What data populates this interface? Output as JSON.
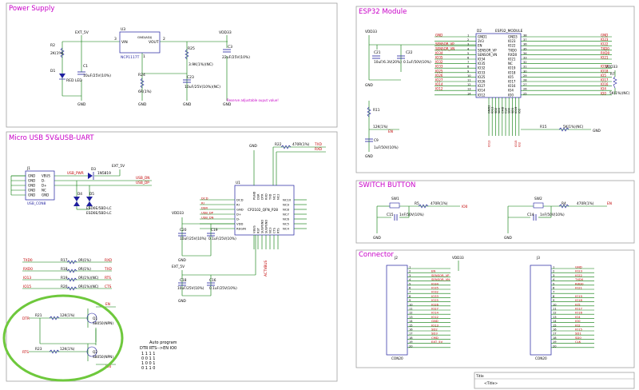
{
  "colors": {
    "frame": "#a0a0a0",
    "title": "#c800c8",
    "wire": "#007800",
    "comp": "#1f1f9f",
    "text": "#000000",
    "net": "#c00000",
    "circle": "#6ec83c",
    "junction": "#006400"
  },
  "titles": {
    "power": "Power Supply",
    "esp32": "ESP32 Module",
    "usb": "Micro USB  5V&USB-UART",
    "switch": "SWITCH BUTTON",
    "connector": "Connector"
  },
  "power": {
    "ext5v": "EXT_5V",
    "vdd33": "VDD33",
    "u3": "U3",
    "u3_part": "NCP1117T",
    "vin": "VIN",
    "gnd_adj": "GND(ADJ)",
    "vout": "VOUT",
    "pin3": "3",
    "pin2": "2",
    "pin1": "1",
    "r2": "R2",
    "r2_val": "2K(1%)",
    "d1": "D1",
    "d1_val": "RED LED",
    "c1": "C1",
    "c1_val": "10uF/25V(10%)",
    "r25": "R25",
    "r25_val": "3.9K(1%)(NC)",
    "r24": "R24",
    "r24_val": "6R(1%)",
    "c23": "C23",
    "c23_val": "10uF/25V(10%)(NC)",
    "c3": "C3",
    "c3_val": "22uF/25V(10%)",
    "note": "Reserve adjustable ouput value!",
    "gnd": "GND"
  },
  "esp32": {
    "vdd33": "VDD33",
    "c21": "C21",
    "c21_val": "10uF/6.3V(20%)",
    "c22": "C22",
    "c22_val": "0.1uF/50V(10%)",
    "d2": "D2",
    "module": "ESP32_MODULE",
    "left_nets": [
      "GND",
      "",
      "SENSOR_VP",
      "SENSOR_VN",
      "IO34",
      "IO35",
      "IO32",
      "IO33",
      "IO25",
      "IO26",
      "IO27",
      "IO14",
      "IO12"
    ],
    "left_pins": [
      "GND1",
      "3V3",
      "EN",
      "SENSOR_VP",
      "SENSOR_VN",
      "IO34",
      "IO35",
      "IO32",
      "IO33",
      "IO25",
      "IO26",
      "IO27",
      "IO14",
      "IO12"
    ],
    "left_nums": [
      "1",
      "2",
      "3",
      "4",
      "5",
      "6",
      "7",
      "8",
      "9",
      "10",
      "11",
      "12",
      "13",
      "14"
    ],
    "right_pins": [
      "GND3",
      "IO23",
      "IO22",
      "TXD0",
      "RXD0",
      "IO21",
      "NC",
      "IO19",
      "IO18",
      "IO5",
      "IO17",
      "IO16",
      "IO4",
      "IO0"
    ],
    "right_nums": [
      "38",
      "37",
      "36",
      "35",
      "34",
      "33",
      "32",
      "31",
      "30",
      "29",
      "28",
      "27",
      "26",
      "25"
    ],
    "right_nets": [
      "GND",
      "IO23",
      "IO22",
      "TXD0",
      "RXD0",
      "IO21",
      "",
      "IO19",
      "IO18",
      "IO5",
      "IO17",
      "IO16",
      "IO4",
      "IO0"
    ],
    "bottom_pins": [
      "GND2",
      "IO13",
      "SD2",
      "SD3",
      "CMD",
      "CLK",
      "SD0",
      "SD1",
      "IO15",
      "IO2"
    ],
    "bottom_nets": [
      "IO13",
      "",
      "",
      "",
      "",
      "",
      "",
      "",
      "IO15",
      "IO2"
    ],
    "bottom_gnd": "GND",
    "r11": "R11",
    "r11_val": "12K(1%)",
    "c9": "C9",
    "c9_val": "1uF/50V(10%)",
    "en": "EN",
    "r7": "R7",
    "r7_val": "5K(1%)(NC)",
    "r15": "R15",
    "r15_val": "5K(1%)(NC)",
    "gnd": "GND"
  },
  "usb": {
    "j1": "J1",
    "conn": "USB_CON8",
    "pins": [
      "GND",
      "GND",
      "GND",
      "GND",
      "GND"
    ],
    "rpins": [
      "VBUS",
      "D-",
      "D+",
      "NC",
      "GND"
    ],
    "usb_pwr": "USB_PWR",
    "usb_dn": "USB_DN",
    "usb_dp": "USB_DP",
    "d3": "D3",
    "d3_val": "1N5819",
    "ext5v": "EXT_5V",
    "d4": "D4",
    "d5": "D5",
    "d4_val": "ESD0E/5BD-LC",
    "d5_val": "ESD0E/5BD-LC",
    "u1": "U1",
    "chip": "CP2102_QFN_P28",
    "r22": "R22",
    "r22_val": "470R(1%)",
    "txd": "TXD",
    "rxd": "RXD",
    "chip_left": [
      "DCD",
      "RI",
      "GND",
      "D+",
      "D-",
      "VDD",
      "REGIN"
    ],
    "chip_left_nets": [
      "DCD",
      "RI",
      "DSR",
      "USB_DP",
      "USB_DN",
      "",
      ""
    ],
    "chip_right": [
      "NC10",
      "NC9",
      "NC8",
      "NC7",
      "NC6",
      "NC5",
      "NC4"
    ],
    "chip_top": [
      "PGND",
      "DSR",
      "DTR",
      "RXD",
      "TXD",
      "NC1",
      "NC2"
    ],
    "chip_bottom": [
      "VBUS",
      "RST",
      "SUSPEND",
      "SUSPEND",
      "NC3",
      "CTS",
      "RTS"
    ],
    "vdd33": "VDD33",
    "c20": "C20",
    "c20_val": "10uF/25V(10%)",
    "c19b": "C19",
    "c19b_val": "0.1uF/25V(10%)",
    "ext5v_b": "EXT_5V",
    "c18": "C18",
    "c18_val": "10uF/25V(10%)",
    "c16": "C16",
    "c16_val": "0.1uF/25V(10%)",
    "gnd": "GND",
    "actvbus": "ACTVBUS"
  },
  "pairs": [
    {
      "left": "TXD0",
      "r": "R17",
      "val": "0R(1%)",
      "right": "RXD"
    },
    {
      "left": "RXD0",
      "r": "R18",
      "val": "0R(1%)",
      "right": "TXD"
    },
    {
      "left": "IO13",
      "r": "R19",
      "val": "0R(1%)(NC)",
      "right": "RTS"
    },
    {
      "left": "IO15",
      "r": "R20",
      "val": "0R(1%)(NC)",
      "right": "CTS"
    }
  ],
  "autoprog": {
    "dtr": "DTR",
    "rts": "RTS",
    "en": "EN",
    "io0": "IO0",
    "r21": "R21",
    "r21_val": "12K(1%)",
    "r23": "R23",
    "r23_val": "12K(1%)",
    "q1": "Q1",
    "q1_val": "S8050(NPN)",
    "q2": "Q2",
    "q2_val": "S8050(NPN)",
    "table_title": "Auto program",
    "table_header": "DTR  RTS-->EN  IO0",
    "rows": [
      "1    1     1    1",
      "0    0     1    1",
      "1    0     0    1",
      "0    1     1    0"
    ]
  },
  "switch": {
    "sw1": "SW1",
    "r5": "R5",
    "r5_val": "470R(1%)",
    "io0": "IO0",
    "c15": "C15",
    "c15_val": "1nF/50V(10%)",
    "sw2": "SW2",
    "r4": "R4",
    "r4_val": "470R(1%)",
    "en": "EN",
    "c14": "C14",
    "c14_val": "1nF/50V(10%)",
    "gnd": "GND"
  },
  "connector": {
    "j2": "J2",
    "j2_name": "CON20",
    "vdd33": "VDD33",
    "j2_nets": [
      "",
      "EN",
      "SENSOR_VP",
      "SENSOR_VN",
      "IO34",
      "IO35",
      "IO32",
      "IO33",
      "IO25",
      "IO26",
      "IO27",
      "IO14",
      "IO12",
      "GND",
      "IO13",
      "SD2",
      "SD3",
      "CMD",
      "EXT_5V",
      ""
    ],
    "j3": "J3",
    "j3_name": "CON20",
    "j3_nets": [
      "GND",
      "IO23",
      "IO22",
      "TXD0",
      "RXD0",
      "IO21",
      "",
      "IO19",
      "IO18",
      "IO5",
      "IO17",
      "IO16",
      "IO4",
      "IO0",
      "IO2",
      "IO15",
      "SD1",
      "SD0",
      "CLK",
      ""
    ],
    "nums": [
      "1",
      "2",
      "3",
      "4",
      "5",
      "6",
      "7",
      "8",
      "9",
      "10",
      "11",
      "12",
      "13",
      "14",
      "15",
      "16",
      "17",
      "18",
      "19",
      "20"
    ]
  },
  "titleblock": {
    "label": "Title",
    "value": "<Title>"
  }
}
